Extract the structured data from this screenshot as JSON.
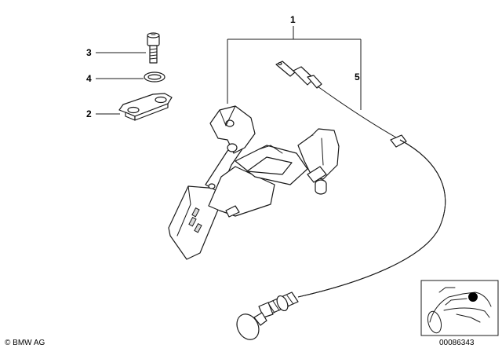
{
  "callouts": {
    "c1": "1",
    "c2": "2",
    "c3": "3",
    "c4": "4",
    "c5": "5"
  },
  "footer": {
    "copyright_symbol": "©",
    "brand": "BMW AG",
    "diagram_number": "00086343"
  },
  "colors": {
    "ink": "#1a1a1a",
    "shade": "#d9d9d9",
    "thumb_dot": "#000000"
  }
}
